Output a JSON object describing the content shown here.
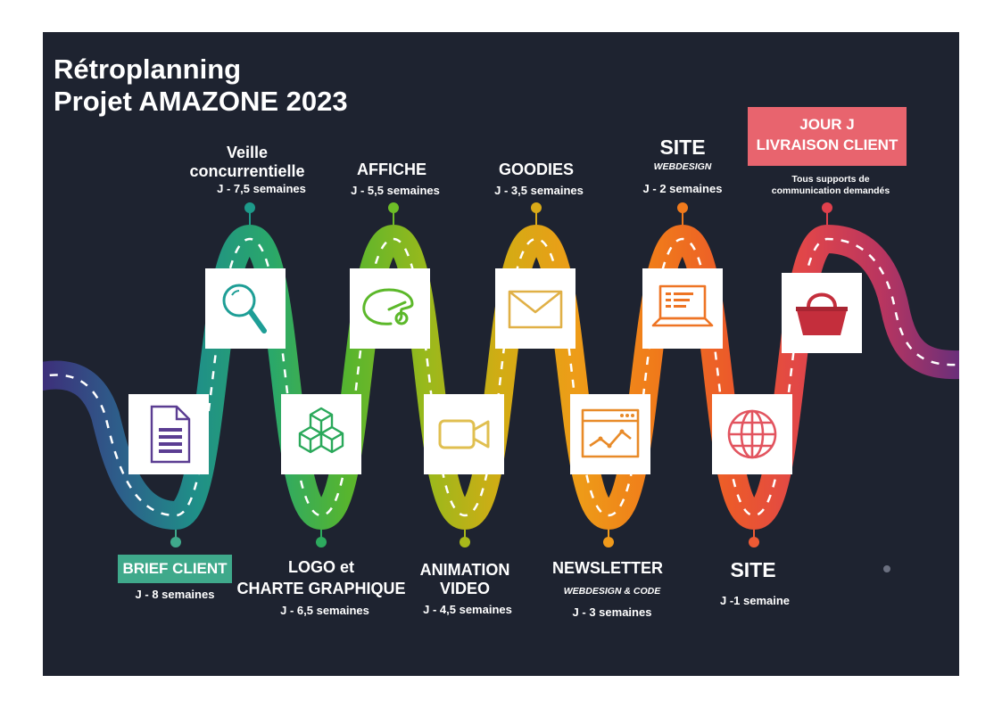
{
  "header": {
    "title_line1": "Rétroplanning",
    "title_line2": "Projet AMAZONE 2023"
  },
  "colors": {
    "background": "#1e2330",
    "brief": "#3fa98b",
    "final": "#e8646e",
    "road_stops": [
      "#3d2f7a",
      "#2d5e8a",
      "#1f8f88",
      "#2aa86a",
      "#57b52e",
      "#98b91c",
      "#d2ac14",
      "#ee9c18",
      "#f07b1a",
      "#ec5a2a",
      "#e0454a",
      "#b83560",
      "#6a2f7a"
    ]
  },
  "milestones": [
    {
      "id": "brief",
      "label": "BRIEF CLIENT",
      "timing": "J - 8 semaines",
      "icon": "document-icon",
      "color": "#3fa98b"
    },
    {
      "id": "veille",
      "label_line1": "Veille",
      "label_line2": "concurrentielle",
      "timing": "J - 7,5  semaines",
      "icon": "magnifier-icon",
      "color": "#1d9a8a"
    },
    {
      "id": "logo",
      "label_line1": "LOGO et",
      "label_line2": "CHARTE GRAPHIQUE",
      "timing": "J - 6,5 semaines",
      "icon": "cubes-icon",
      "color": "#2daa5e"
    },
    {
      "id": "affiche",
      "label": "AFFICHE",
      "timing": "J - 5,5 semaines",
      "icon": "palette-icon",
      "color": "#6dbd27"
    },
    {
      "id": "animation",
      "label_line1": "ANIMATION",
      "label_line2": "VIDEO",
      "timing": "J - 4,5 semaines",
      "icon": "video-camera-icon",
      "color": "#a8b81a"
    },
    {
      "id": "goodies",
      "label": "GOODIES",
      "timing": "J - 3,5 semaines",
      "icon": "envelope-icon",
      "color": "#d9aa18"
    },
    {
      "id": "newsletter",
      "label": "NEWSLETTER",
      "sublabel": "WEBDESIGN & CODE",
      "timing": "J - 3 semaines",
      "icon": "browser-chart-icon",
      "color": "#f09a1b"
    },
    {
      "id": "site_webdesign",
      "label": "SITE",
      "sublabel": "WEBDESIGN",
      "timing": "J - 2 semaines",
      "icon": "laptop-icon",
      "color": "#f07a1c"
    },
    {
      "id": "site",
      "label": "SITE",
      "timing": "J -1 semaine",
      "icon": "globe-icon",
      "color": "#ee5a34"
    },
    {
      "id": "jour_j",
      "label_line1": "JOUR J",
      "label_line2": "LIVRAISON CLIENT",
      "note_line1": "Tous supports de",
      "note_line2": "communication demandés",
      "icon": "shopping-bag-icon",
      "color": "#e0404c"
    }
  ]
}
